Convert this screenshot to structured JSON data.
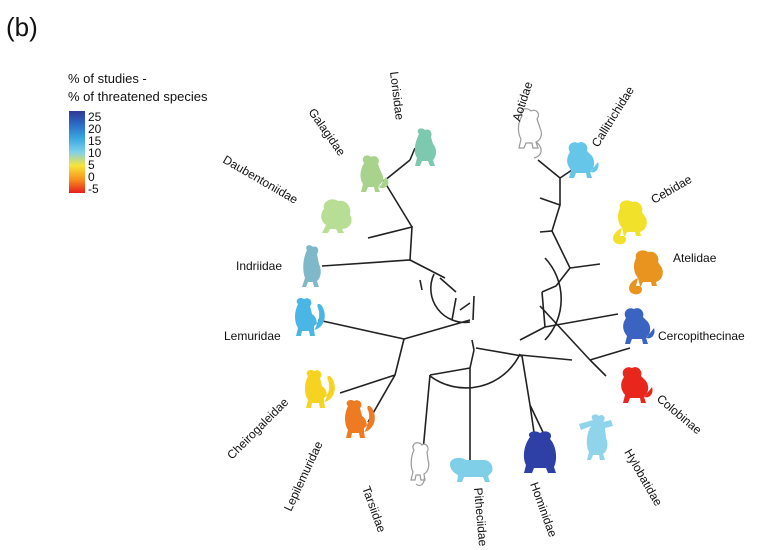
{
  "panel_label": "(b)",
  "legend": {
    "title_line1": "% of studies -",
    "title_line2": "% of threatened species",
    "ticks": [
      "25",
      "20",
      "15",
      "10",
      "5",
      "0",
      "-5"
    ],
    "gradient_top_to_bottom": [
      "#2f3a96",
      "#2c6cc7",
      "#38a8e0",
      "#7fd0ea",
      "#f7e53a",
      "#f7931e",
      "#e61e1e"
    ]
  },
  "taxa": [
    {
      "name": "Lorisidae",
      "color": "#7cc9b0"
    },
    {
      "name": "Galagidae",
      "color": "#a9d28c"
    },
    {
      "name": "Daubentoniidae",
      "color": "#b8dd95"
    },
    {
      "name": "Indriidae",
      "color": "#7fb8c9"
    },
    {
      "name": "Lemuridae",
      "color": "#4ab6e6"
    },
    {
      "name": "Cheirogaleidae",
      "color": "#f5d320"
    },
    {
      "name": "Lepilemuridae",
      "color": "#ee7a22"
    },
    {
      "name": "Tarsiidae",
      "color": "#ffffff"
    },
    {
      "name": "Pitheciidae",
      "color": "#7fcfe8"
    },
    {
      "name": "Hominidae",
      "color": "#2e3fa6"
    },
    {
      "name": "Hylobatidae",
      "color": "#8fd4ea"
    },
    {
      "name": "Colobinae",
      "color": "#e8261c"
    },
    {
      "name": "Cercopithecinae",
      "color": "#3a63c2"
    },
    {
      "name": "Atelidae",
      "color": "#e8941e"
    },
    {
      "name": "Cebidae",
      "color": "#f2e12a"
    },
    {
      "name": "Callitrichidae",
      "color": "#66c6ea"
    },
    {
      "name": "Aotidae",
      "color": "#ffffff"
    }
  ]
}
